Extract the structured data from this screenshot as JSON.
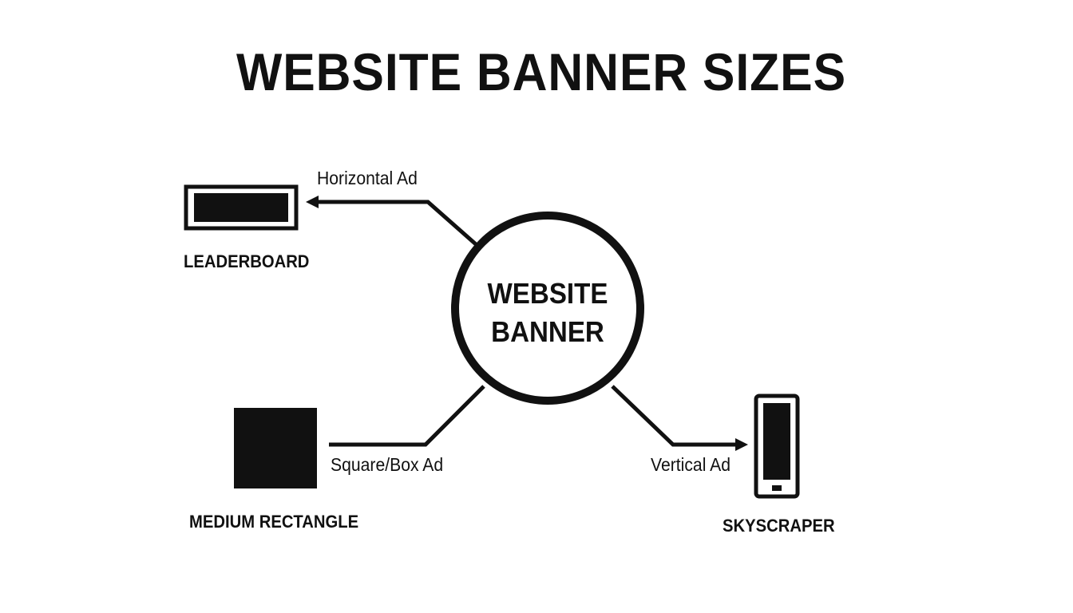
{
  "title": "WEBSITE BANNER SIZES",
  "center": {
    "line1": "WEBSITE",
    "line2": "BANNER"
  },
  "branches": [
    {
      "id": "leaderboard",
      "edge_label": "Horizontal Ad",
      "node_label": "LEADERBOARD",
      "icon": "horizontal-banner-icon"
    },
    {
      "id": "medium-rectangle",
      "edge_label": "Square/Box Ad",
      "node_label": "MEDIUM RECTANGLE",
      "icon": "square-banner-icon"
    },
    {
      "id": "skyscraper",
      "edge_label": "Vertical Ad",
      "node_label": "SKYSCRAPER",
      "icon": "vertical-phone-banner-icon"
    }
  ],
  "colors": {
    "ink": "#111111",
    "background": "#ffffff"
  }
}
